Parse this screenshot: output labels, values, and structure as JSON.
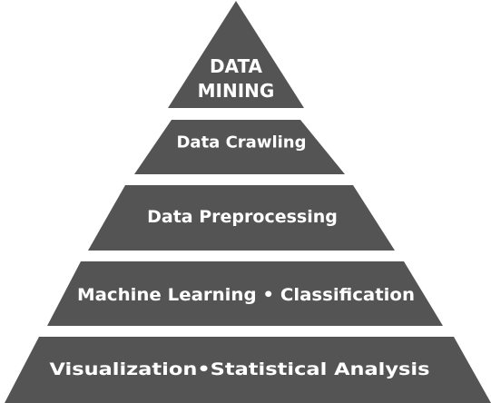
{
  "diagram": {
    "fill_color": "#545454",
    "text_color": "#ffffff",
    "tiers": [
      {
        "lines": [
          "DATA",
          "MINING"
        ]
      },
      {
        "lines": [
          "Data Crawling"
        ]
      },
      {
        "lines": [
          "Data Preprocessing"
        ]
      },
      {
        "lines": [
          "Machine Learning • Classification"
        ]
      },
      {
        "lines": [
          "Visualization•Statistical Analysis"
        ]
      }
    ]
  }
}
